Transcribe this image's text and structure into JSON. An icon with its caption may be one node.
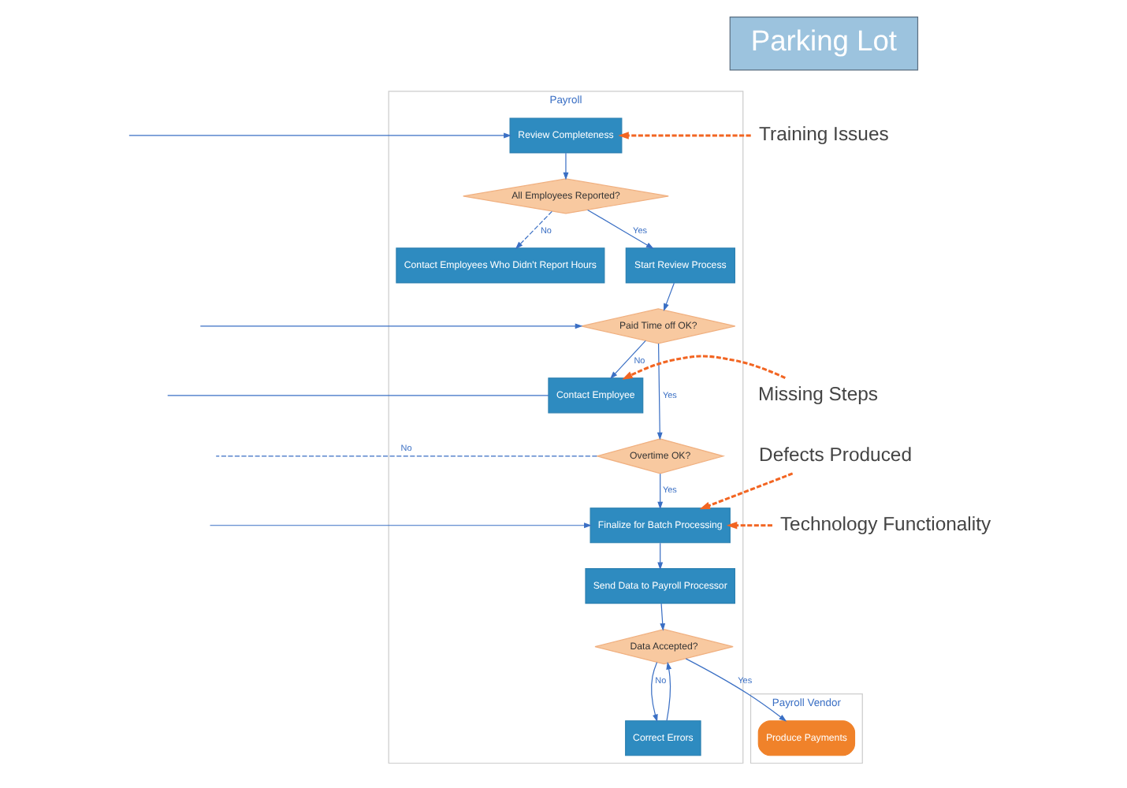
{
  "diagram": {
    "nodes": [
      {
        "text": [
          "Payroll"
        ]
      },
      {
        "text": [
          "Payroll Vendor"
        ]
      },
      {
        "text": [
          "Parking Lot"
        ]
      },
      {
        "text": [
          "Review Completeness"
        ],
        "in": 0
      },
      {
        "text": [
          "All Employees Reported?"
        ],
        "in": 0
      },
      {
        "text": [
          "Contact Employees Who Didn't Report Hours"
        ],
        "in": 0
      },
      {
        "text": [
          "Start Review Process"
        ],
        "in": 0
      },
      {
        "text": [
          "Paid Time off OK?"
        ],
        "in": 0
      },
      {
        "text": [
          "Contact Employee"
        ],
        "in": 0
      },
      {
        "text": [
          "Overtime OK?"
        ],
        "in": 0
      },
      {
        "text": [
          "Finalize for Batch Processing"
        ],
        "in": 0
      },
      {
        "text": [
          "Send Data to Payroll Processor"
        ],
        "in": 0
      },
      {
        "text": [
          "Data Accepted?"
        ],
        "in": 0
      },
      {
        "text": [
          "Correct Errors"
        ],
        "in": 0
      },
      {
        "text": [
          "Produce Payments"
        ],
        "in": 1
      },
      {
        "text": [
          "Training Issues"
        ]
      },
      {
        "text": [
          "Missing Steps"
        ]
      },
      {
        "text": [
          "Technology Functionality"
        ]
      },
      {
        "text": [
          "Defects Produced"
        ]
      }
    ],
    "edges": [
      {
        "from": null,
        "to": 3,
        "arrow": "to"
      },
      {
        "from": 3,
        "to": 4,
        "arrow": "to"
      },
      {
        "from": 4,
        "to": 5,
        "arrow": "to",
        "label": "No",
        "style": "dashed"
      },
      {
        "from": 4,
        "to": 6,
        "arrow": "to",
        "label": "Yes"
      },
      {
        "from": 6,
        "to": 7,
        "arrow": "to"
      },
      {
        "from": null,
        "to": 7,
        "arrow": "to"
      },
      {
        "from": 7,
        "to": 8,
        "arrow": "to",
        "label": "No"
      },
      {
        "from": 7,
        "to": 9,
        "arrow": "to",
        "label": "Yes"
      },
      {
        "from": 8,
        "to": null,
        "arrow": "none"
      },
      {
        "from": 9,
        "to": null,
        "arrow": "none",
        "label": "No",
        "style": "dashed"
      },
      {
        "from": 9,
        "to": 10,
        "arrow": "to",
        "label": "Yes"
      },
      {
        "from": null,
        "to": 10,
        "arrow": "to"
      },
      {
        "from": 10,
        "to": 11,
        "arrow": "to"
      },
      {
        "from": 11,
        "to": 12,
        "arrow": "to"
      },
      {
        "from": 12,
        "to": 13,
        "arrow": "to",
        "label": "No"
      },
      {
        "from": 13,
        "to": 12,
        "arrow": "to"
      },
      {
        "from": 12,
        "to": 14,
        "arrow": "to",
        "label": "Yes"
      },
      {
        "from": 15,
        "to": 3,
        "arrow": "to",
        "style": "dashed",
        "color": "#f26522"
      },
      {
        "from": 16,
        "to": 8,
        "arrow": "to",
        "style": "dashed",
        "color": "#f26522"
      },
      {
        "from": 17,
        "to": 10,
        "arrow": "to",
        "style": "dashed",
        "color": "#f26522"
      },
      {
        "from": 18,
        "to": 10,
        "arrow": "to",
        "style": "dashed",
        "color": "#f26522"
      }
    ]
  }
}
